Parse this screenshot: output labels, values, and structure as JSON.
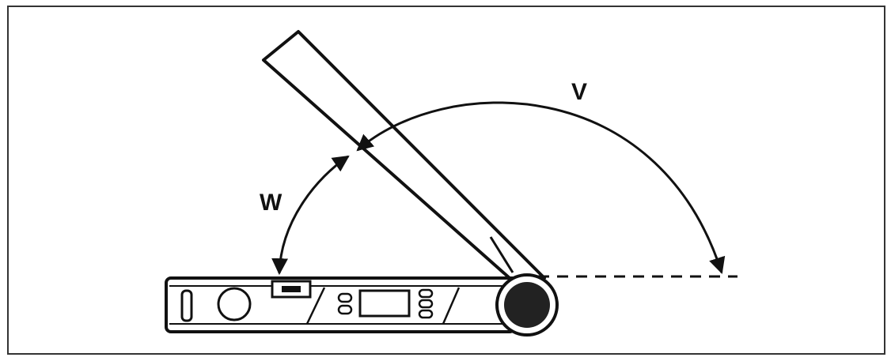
{
  "labels": {
    "angle_v": "V",
    "angle_w": "W"
  },
  "colors": {
    "ink": "#111111",
    "background": "#ffffff",
    "hinge": "#222222"
  },
  "icons": {
    "hinge": "round-pivot-knob",
    "display": "lcd-display",
    "level_vial": "spirit-level-vial"
  }
}
